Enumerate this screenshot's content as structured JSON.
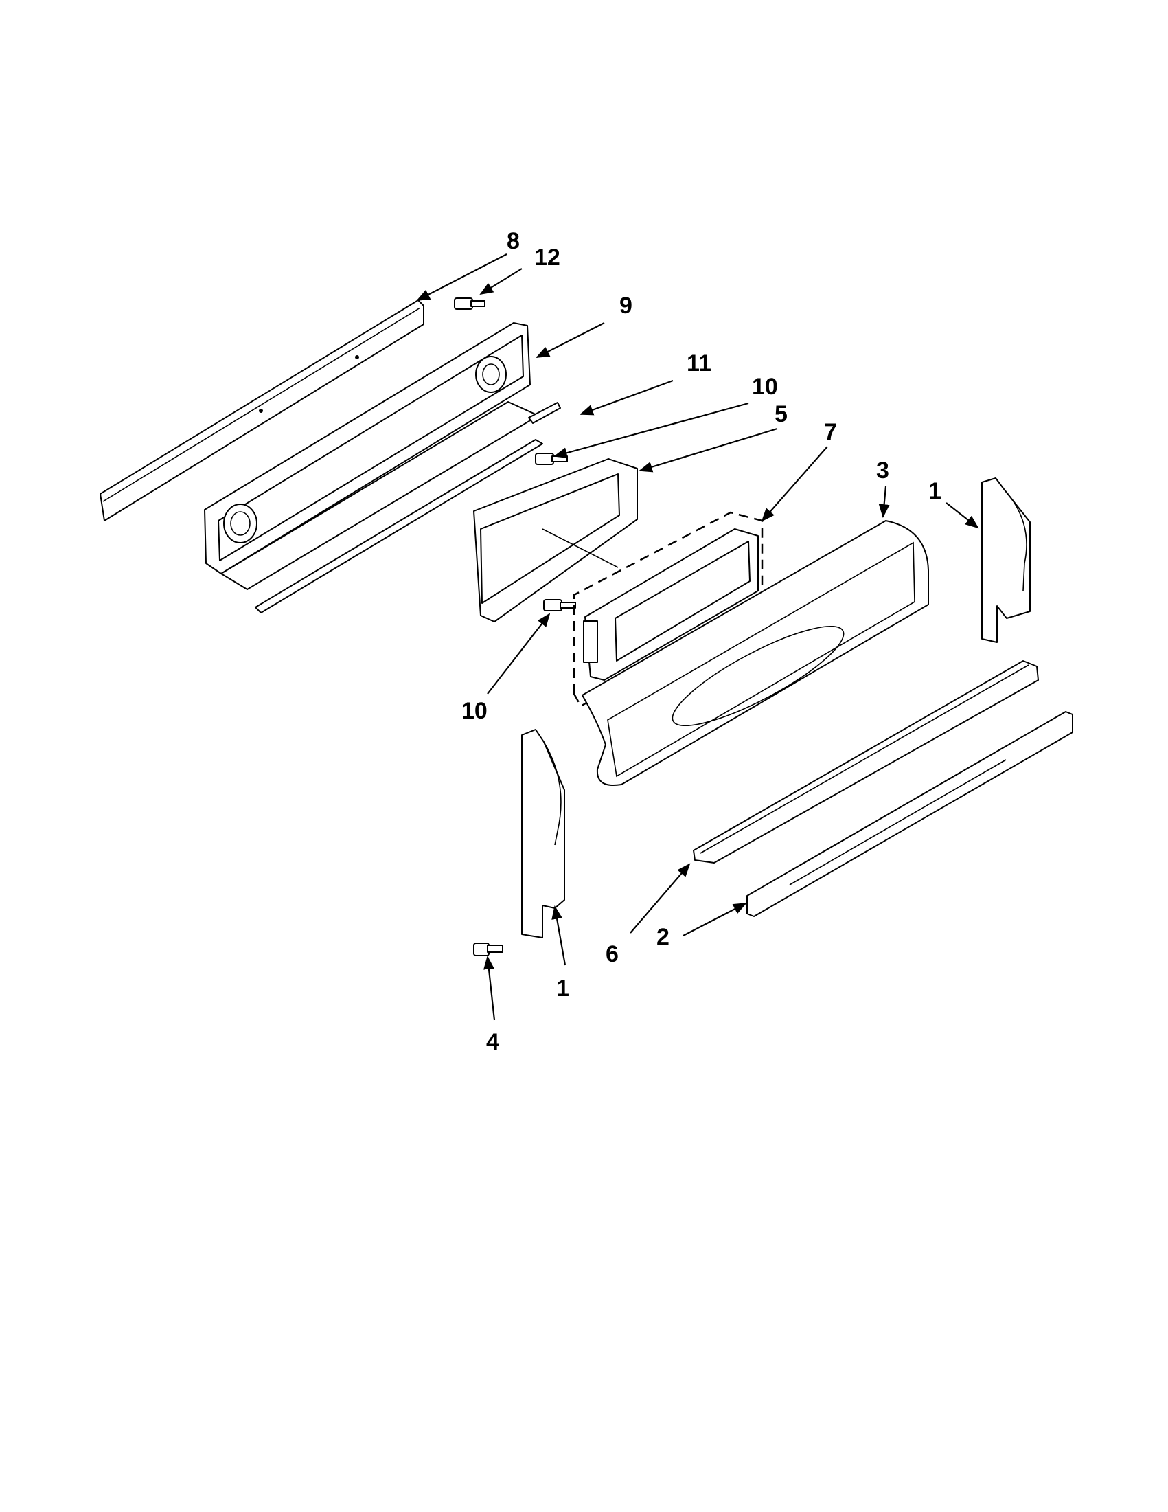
{
  "diagram": {
    "callouts": [
      {
        "id": "c-8",
        "label": "8"
      },
      {
        "id": "c-12",
        "label": "12"
      },
      {
        "id": "c-9",
        "label": "9"
      },
      {
        "id": "c-11",
        "label": "11"
      },
      {
        "id": "c-10a",
        "label": "10"
      },
      {
        "id": "c-5",
        "label": "5"
      },
      {
        "id": "c-7",
        "label": "7"
      },
      {
        "id": "c-3",
        "label": "3"
      },
      {
        "id": "c-1a",
        "label": "1"
      },
      {
        "id": "c-10b",
        "label": "10"
      },
      {
        "id": "c-1b",
        "label": "1"
      },
      {
        "id": "c-6",
        "label": "6"
      },
      {
        "id": "c-2",
        "label": "2"
      },
      {
        "id": "c-4",
        "label": "4"
      }
    ]
  }
}
